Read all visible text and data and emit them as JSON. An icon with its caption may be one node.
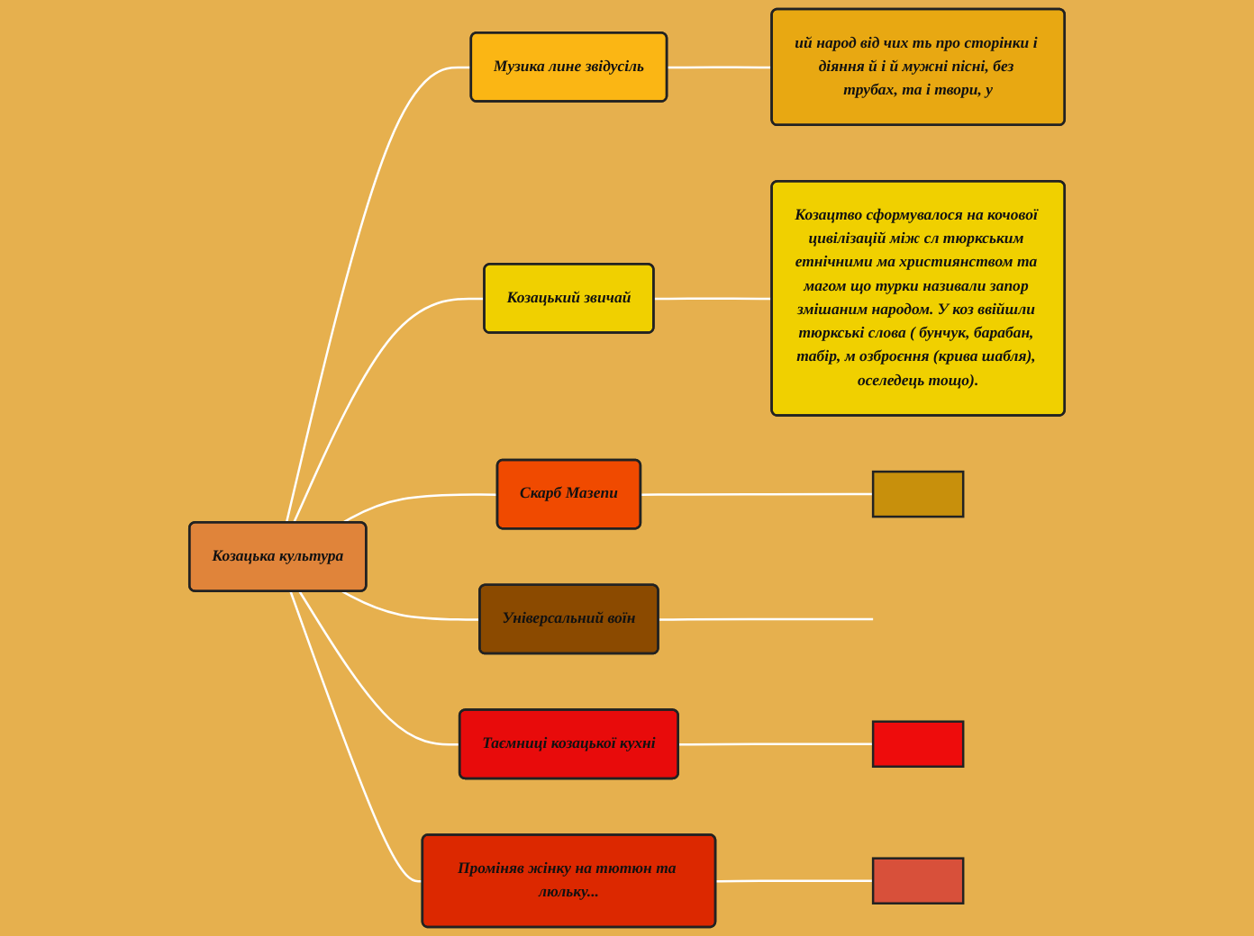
{
  "diagram": {
    "nodes": [
      {
        "text": [
          "Козацька культура"
        ]
      },
      {
        "text": [
          "Музика лине звідусіль"
        ]
      },
      {
        "text": [
          "ий народ від чих ть про сторінки і діяння й і й мужні пісні, без трубах, та і твори, у"
        ]
      },
      {
        "text": [
          "Козацький звичай"
        ]
      },
      {
        "text": [
          "Козацтво сформувалося на кочової цивілізацій між сл тюркським етнічними ма християнством та магом що турки називали запор змішаним народом. У коз ввійшли тюркські слова ( бунчук, барабан, табір, м озброєння (крива шабля), оселедець тощо)."
        ]
      },
      {
        "text": [
          "Скарб Мазепи"
        ]
      },
      {
        "text": [],
        "shape": "box"
      },
      {
        "text": [
          "Універсальний воїн"
        ]
      },
      {
        "text": [
          "Таємниці козацької кухні"
        ]
      },
      {
        "text": [],
        "shape": "box"
      },
      {
        "text": [
          "Проміняв жінку на тютюн та люльку..."
        ]
      },
      {
        "text": [],
        "shape": "box"
      }
    ],
    "edges": [
      {
        "from": 0,
        "to": 1,
        "arrow": "none"
      },
      {
        "from": 0,
        "to": 3,
        "arrow": "none"
      },
      {
        "from": 0,
        "to": 5,
        "arrow": "none"
      },
      {
        "from": 0,
        "to": 7,
        "arrow": "none"
      },
      {
        "from": 0,
        "to": 8,
        "arrow": "none"
      },
      {
        "from": 0,
        "to": 10,
        "arrow": "none"
      },
      {
        "from": 1,
        "to": 2,
        "arrow": "none"
      },
      {
        "from": 3,
        "to": 4,
        "arrow": "none"
      },
      {
        "from": 5,
        "to": 6,
        "arrow": "none"
      },
      {
        "from": 7,
        "to": null,
        "arrow": "none"
      },
      {
        "from": 8,
        "to": 9,
        "arrow": "none"
      },
      {
        "from": 10,
        "to": 11,
        "arrow": "none"
      }
    ]
  }
}
